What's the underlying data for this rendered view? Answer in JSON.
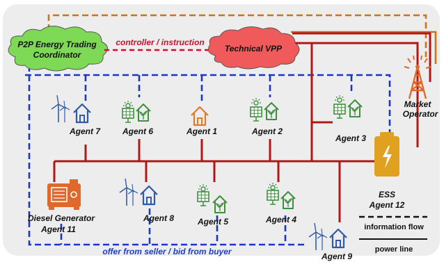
{
  "colors": {
    "power_line": "#b01818",
    "info_flow_blue": "#1a35c8",
    "info_flow_orange": "#c8741a",
    "cloud_green": "#7ed957",
    "cloud_red": "#f05a5a",
    "ess_yellow": "#e0a020",
    "house_blue": "#2e5aa8",
    "house_green": "#3e8e3e",
    "house_orange": "#e07a2a",
    "generator_orange": "#e0682a"
  },
  "coordinator": {
    "line1": "P2P Energy Trading",
    "line2": "Coordinator"
  },
  "vpp": {
    "label": "Technical VPP"
  },
  "control_label": "controller / instruction",
  "market": {
    "line1": "Market",
    "line2": "Operator"
  },
  "offer_label": "offer from seller / bid from buyer",
  "agents": {
    "a1": "Agent 1",
    "a2": "Agent 2",
    "a3": "Agent 3",
    "a4": "Agent 4",
    "a5": "Agent 5",
    "a6": "Agent 6",
    "a7": "Agent 7",
    "a8": "Agent 8",
    "a9": "Agent 9"
  },
  "generator": {
    "line1": "Diesel Generator",
    "line2": "Agent 11"
  },
  "ess": {
    "line1": "ESS",
    "line2": "Agent 12"
  },
  "legend": {
    "info": "information flow",
    "power": "power line"
  },
  "icons": {
    "house": "house-icon",
    "wind": "wind-turbine-icon",
    "solar": "solar-panel-icon",
    "sun": "sun-icon",
    "plant": "plant-icon",
    "tower": "transmission-tower-icon",
    "battery": "battery-icon",
    "generator": "generator-icon"
  }
}
